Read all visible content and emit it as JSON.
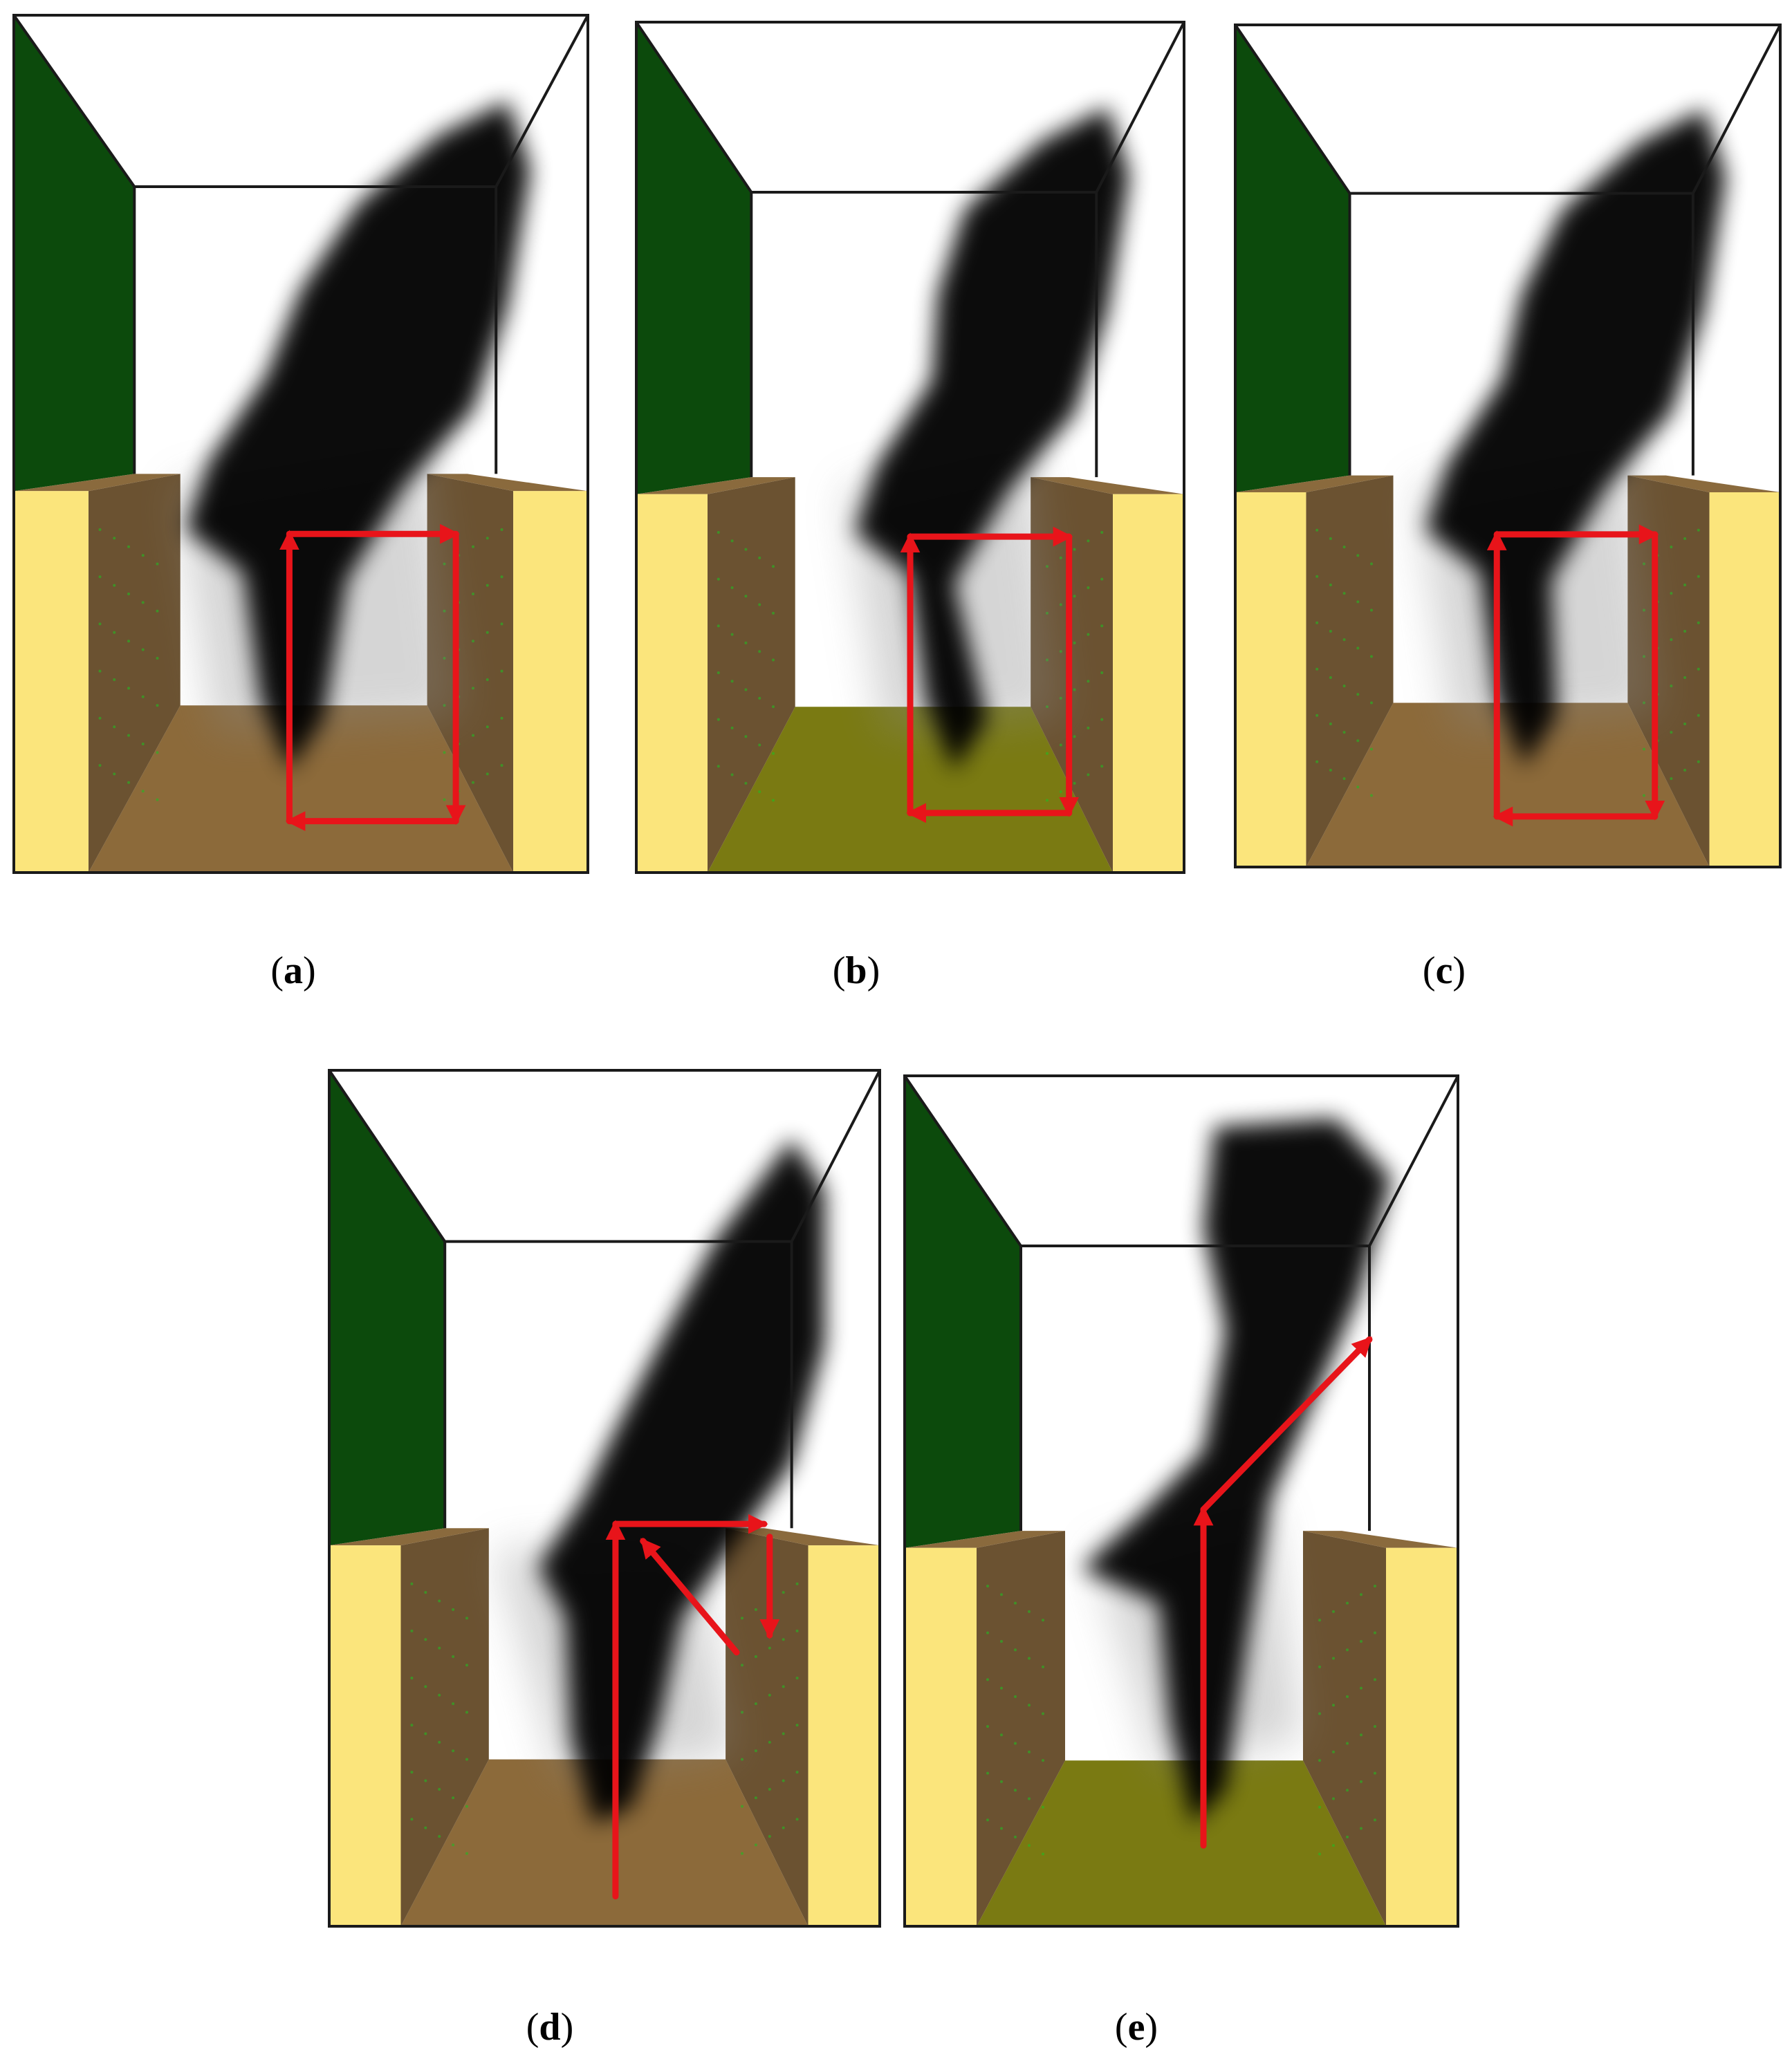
{
  "figure": {
    "panels": [
      {
        "id": "a",
        "label": "a",
        "floor": "brown",
        "pattern": "loop"
      },
      {
        "id": "b",
        "label": "b",
        "floor": "olive",
        "pattern": "loop"
      },
      {
        "id": "c",
        "label": "c",
        "floor": "brown",
        "pattern": "loop"
      },
      {
        "id": "d",
        "label": "d",
        "floor": "brown",
        "pattern": "split"
      },
      {
        "id": "e",
        "label": "e",
        "floor": "olive",
        "pattern": "diagonal"
      }
    ],
    "colors": {
      "ceiling_wall": "#ffffff",
      "left_upper_wall": "#0c4a0c",
      "left_upper_wall_dark": "#0a3a0a",
      "shaft_wall": "#6b5231",
      "shaft_wall_light": "#8a6a3d",
      "outer_face": "#fbe57c",
      "floor_brown": "#8c6a3a",
      "floor_olive": "#7a7a12",
      "smoke": "#000000",
      "arrow": "#e8141a",
      "frame": "#1a1a1a",
      "sprinkler_dot": "#22bb22"
    }
  }
}
